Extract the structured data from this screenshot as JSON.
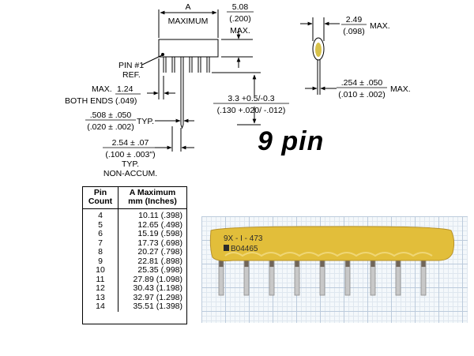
{
  "dims": {
    "a_label": "A",
    "a_sub": "MAXIMUM",
    "height_mm": "5.08",
    "height_in": "(.200)",
    "height_note": "MAX.",
    "pin1_line1": "PIN #1",
    "pin1_line2": "REF.",
    "thickness_mm": "2.49",
    "thickness_in": "(.098)",
    "thickness_note": "MAX.",
    "lead_thk": ".254 ± .050",
    "lead_thk_in": "(.010 ± .002)",
    "lead_thk_note": "MAX.",
    "ends_label": "MAX.",
    "ends_mm": "1.24",
    "ends_note": "BOTH ENDS",
    "ends_in": "(.049)",
    "lead_len_mm": "3.3 +0.5/-0.3",
    "lead_len_in": "(.130 +.020/ -.012)",
    "lead_w_mm": ".508 ± .050",
    "lead_w_note": "TYP.",
    "lead_w_in": "(.020 ± .002)",
    "pitch_mm": "2.54 ± .07",
    "pitch_in": "(.100 ± .003\")",
    "pitch_note1": "TYP.",
    "pitch_note2": "NON-ACCUM."
  },
  "headline": "9 pin",
  "table": {
    "h1a": "Pin",
    "h1b": "Count",
    "h2a": "A Maximum",
    "h2b": "mm (Inches)",
    "rows": [
      {
        "pins": "4",
        "dim": "10.11 (.398)"
      },
      {
        "pins": "5",
        "dim": "12.65 (.498)"
      },
      {
        "pins": "6",
        "dim": "15.19 (.598)"
      },
      {
        "pins": "7",
        "dim": "17.73 (.698)"
      },
      {
        "pins": "8",
        "dim": "20.27 (.798)"
      },
      {
        "pins": "9",
        "dim": "22.81 (.898)"
      },
      {
        "pins": "10",
        "dim": "25.35 (.998)"
      },
      {
        "pins": "11",
        "dim": "27.89 (1.098)"
      },
      {
        "pins": "12",
        "dim": "30.43 (1.198)"
      },
      {
        "pins": "13",
        "dim": "32.97 (1.298)"
      },
      {
        "pins": "14",
        "dim": "35.51 (1.398)"
      }
    ]
  },
  "photo": {
    "marking1": "9X - I - 473",
    "marking2": "B04465",
    "body_color": "#e2be3a",
    "lead_color": "#c8c8c8"
  }
}
